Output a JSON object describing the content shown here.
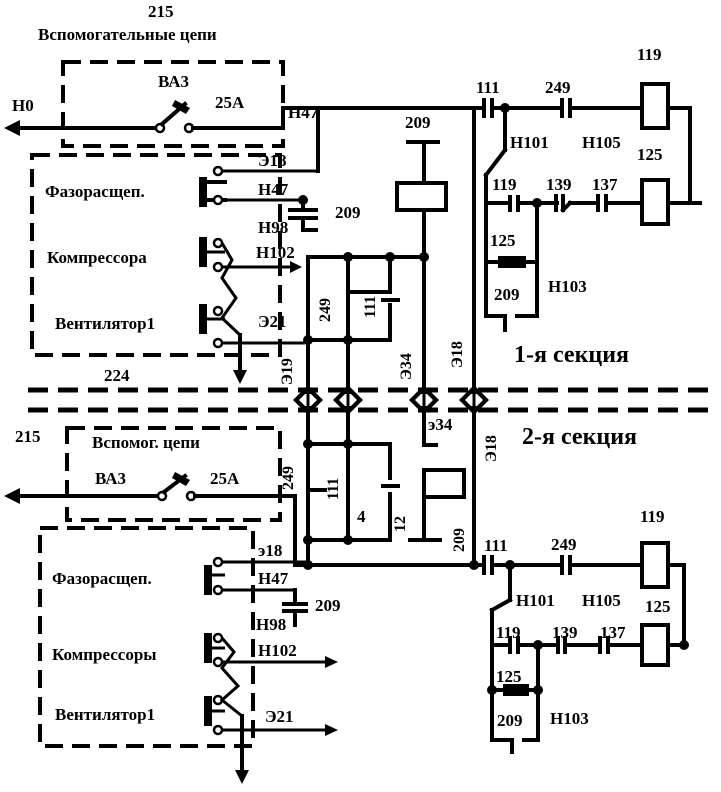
{
  "top": {
    "code": "215",
    "title": "Вспомогательные цепи",
    "breaker": "ВА3",
    "rating": "25A",
    "h0": "Н0",
    "h47_top": "Н47",
    "e18": "Э18",
    "faz": "Фазорасщеп.",
    "h47": "Н47",
    "c209": "209",
    "h98": "Н98",
    "komp": "Компрессора",
    "h102": "Н102",
    "vent": "Вентилятор1",
    "e21": "Э21",
    "n224": "224",
    "w249": "249",
    "w111v": "111",
    "w209top": "209",
    "e19": "Э19",
    "e34": "Э34",
    "e18v": "Э18",
    "r111": "111",
    "r249": "249",
    "r119": "119",
    "h101": "Н101",
    "h105": "Н105",
    "r125": "125",
    "c119": "119",
    "c139": "139",
    "c137": "137",
    "c125": "125",
    "h103": "Н103",
    "section": "1-я секция"
  },
  "bottom": {
    "section": "2-я секция",
    "code": "215",
    "title": "Вспомог. цепи",
    "breaker": "ВА3",
    "rating": "25A",
    "w249": "249",
    "w111v": "111",
    "w4": "4",
    "w12": "12",
    "e34": "э34",
    "e18v": "Э18",
    "w209v": "209",
    "e18": "э18",
    "faz": "Фазорасщеп.",
    "h47": "Н47",
    "c209": "209",
    "h98": "Н98",
    "komp": "Компрессоры",
    "h102": "Н102",
    "vent": "Вентилятор1",
    "e21": "Э21",
    "r111": "111",
    "r249": "249",
    "r119": "119",
    "h101": "Н101",
    "h105": "Н105",
    "r125": "125",
    "c119": "119",
    "c139": "139",
    "c137": "137",
    "c125": "125",
    "c209b": "209",
    "h103": "Н103"
  }
}
